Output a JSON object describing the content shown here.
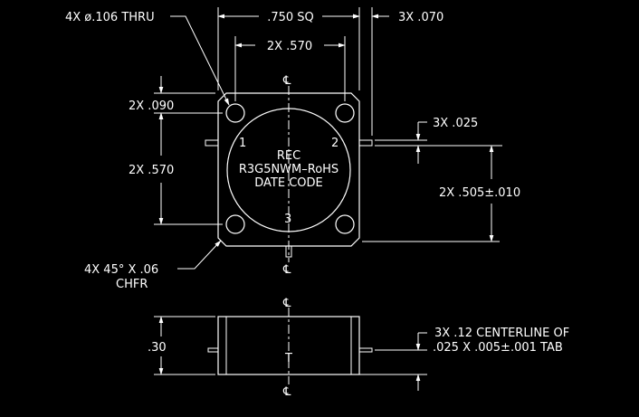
{
  "drawing": {
    "background": "#000000",
    "line_color": "#ffffff",
    "top_view": {
      "hole_note": "4X ø.106 THRU",
      "overall_dim": ".750 SQ",
      "tab_width_dim": "3X .070",
      "hole_spacing_h": "2X .570",
      "hole_edge_dim": "2X .090",
      "hole_spacing_v": "2X .570",
      "tab_thickness_dim": "3X .025",
      "tab_height_dim": "2X .505±.010",
      "chamfer_note_line1": "4X 45° X .06",
      "chamfer_note_line2": "CHFR",
      "centerline_symbol": "℄",
      "port_1": "1",
      "port_2": "2",
      "port_3": "3",
      "label_line1": "REC",
      "label_line2": "R3G5NWM–RoHS",
      "label_line3": "DATE CODE"
    },
    "side_view": {
      "height_dim": ".30",
      "centerline_symbol": "℄",
      "t_mark": "T",
      "tab_note_line1": "3X .12 CENTERLINE OF",
      "tab_note_line2": ".025 X .005±.001 TAB"
    }
  }
}
